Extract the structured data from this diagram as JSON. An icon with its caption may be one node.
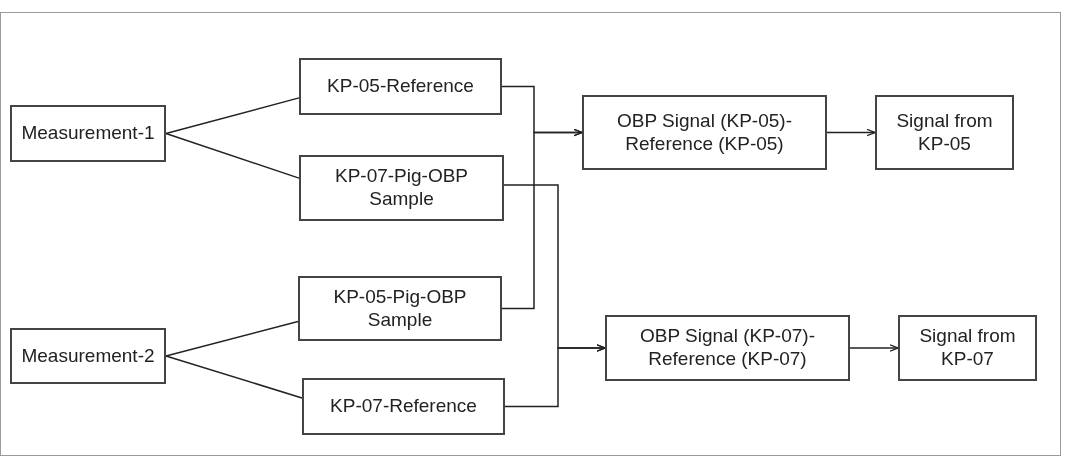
{
  "diagram": {
    "nodes": [
      {
        "text": [
          "Measurement-1"
        ]
      },
      {
        "text": [
          "KP-05-Reference"
        ]
      },
      {
        "text": [
          "KP-07-Pig-OBP Sample"
        ]
      },
      {
        "text": [
          "KP-05-Pig-OBP Sample"
        ]
      },
      {
        "text": [
          "Measurement-2"
        ]
      },
      {
        "text": [
          "KP-07-Reference"
        ]
      },
      {
        "text": [
          "OBP Signal (KP-05)- Reference (KP-05)"
        ]
      },
      {
        "text": [
          "Signal from KP-05"
        ]
      },
      {
        "text": [
          "OBP Signal (KP-07)- Reference (KP-07)"
        ]
      },
      {
        "text": [
          "Signal from KP-07"
        ]
      }
    ],
    "edges": [
      {
        "from": 0,
        "to": 1,
        "arrow": "none"
      },
      {
        "from": 0,
        "to": 2,
        "arrow": "none"
      },
      {
        "from": 4,
        "to": 3,
        "arrow": "none"
      },
      {
        "from": 4,
        "to": 5,
        "arrow": "none"
      },
      {
        "from": 1,
        "to": 6,
        "arrow": "to"
      },
      {
        "from": 3,
        "to": 6,
        "arrow": "to"
      },
      {
        "from": 2,
        "to": 8,
        "arrow": "to"
      },
      {
        "from": 5,
        "to": 8,
        "arrow": "to"
      },
      {
        "from": 6,
        "to": 7,
        "arrow": "to"
      },
      {
        "from": 8,
        "to": 9,
        "arrow": "to"
      }
    ]
  }
}
